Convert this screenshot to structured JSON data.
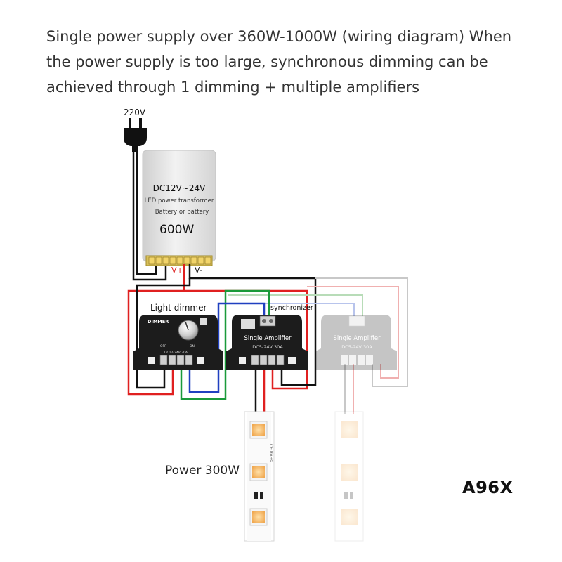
{
  "caption": {
    "line1": "Single power supply over 360W-1000W (wiring diagram) When",
    "line2": "the power supply is too large, synchronous dimming can be",
    "line3": "achieved through 1 dimming + multiple amplifiers"
  },
  "mains": {
    "voltage_label": "220V"
  },
  "transformer": {
    "title": "DC12V~24V",
    "line1": "LED power transformer",
    "line2": "Battery or battery",
    "power": "600W",
    "vplus": "V+",
    "vminus": "V-"
  },
  "dimmer": {
    "label": "Light dimmer",
    "brand": "DIMMER",
    "off": "OFF",
    "on": "ON",
    "spec": "DC12-24V 30A"
  },
  "amplifier": {
    "sync_label": "synchronizer",
    "name": "Single Amplifier",
    "spec": "DC5-24V 30A"
  },
  "amplifier_ghost": {
    "name": "Single Amplifier",
    "spec": "DC5-24V 30A"
  },
  "strip": {
    "power_label": "Power 300W",
    "cert": "CE RoHs"
  },
  "watermark": "A96X",
  "colors": {
    "red_wire": "#e02020",
    "black_wire": "#111111",
    "green_wire": "#1a9a3a",
    "blue_wire": "#2040c0",
    "device_body": "#1c1c1c",
    "transformer_body": "#e6e6e6",
    "led_amber": "#f5b860"
  }
}
